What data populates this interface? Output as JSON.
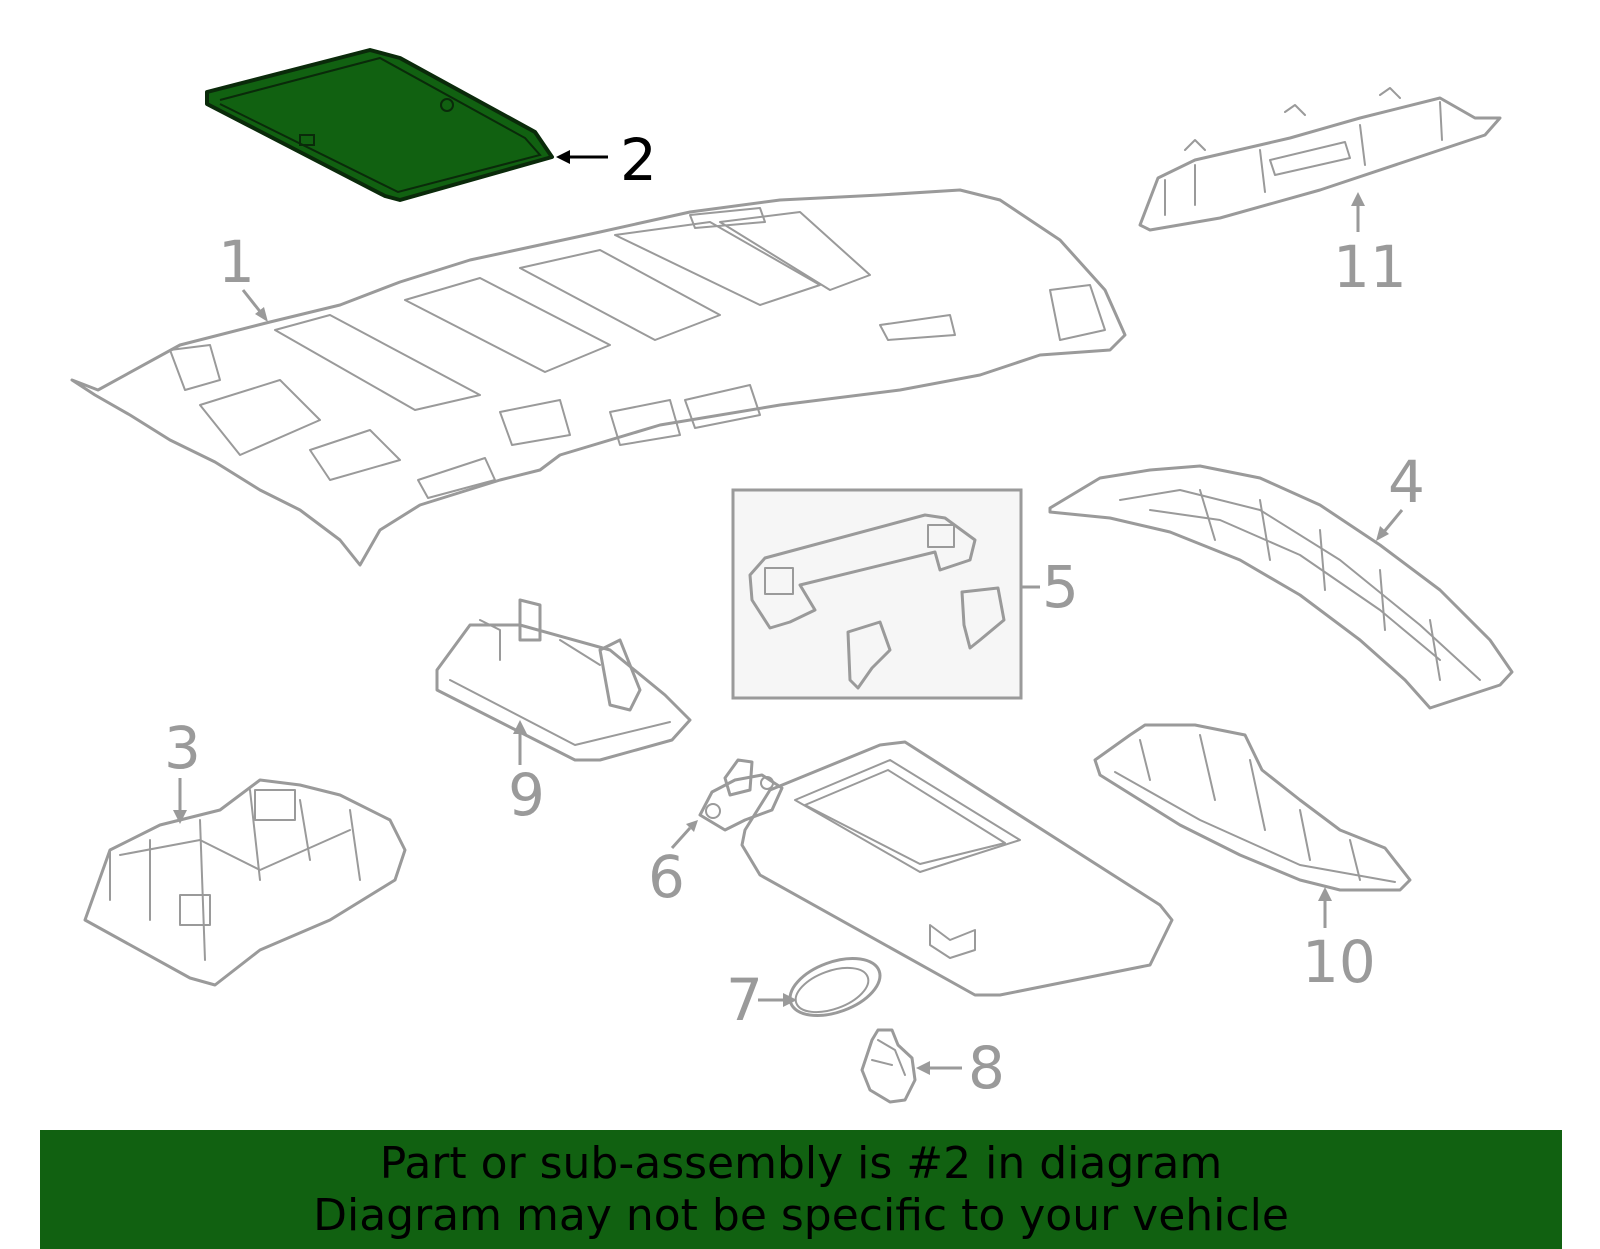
{
  "diagram": {
    "highlight_color": "#116111",
    "line_color": "#9a9a9a",
    "highlighted_part": "2",
    "callouts": [
      {
        "id": "1",
        "label": "1"
      },
      {
        "id": "2",
        "label": "2"
      },
      {
        "id": "3",
        "label": "3"
      },
      {
        "id": "4",
        "label": "4"
      },
      {
        "id": "5",
        "label": "5"
      },
      {
        "id": "6",
        "label": "6"
      },
      {
        "id": "7",
        "label": "7"
      },
      {
        "id": "8",
        "label": "8"
      },
      {
        "id": "9",
        "label": "9"
      },
      {
        "id": "10",
        "label": "10"
      },
      {
        "id": "11",
        "label": "11"
      }
    ]
  },
  "caption": {
    "line1": "Part or sub-assembly is #2 in diagram",
    "line2": "Diagram may not be specific to your vehicle"
  }
}
